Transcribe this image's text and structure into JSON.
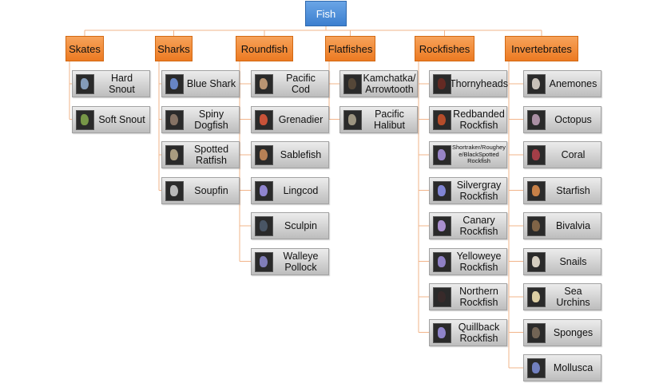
{
  "root": {
    "label": "Fish"
  },
  "categories": [
    {
      "id": "skates",
      "label": "Skates",
      "items": [
        {
          "label": "Hard Snout",
          "thumb_color": "#8ea7c8"
        },
        {
          "label": "Soft Snout",
          "thumb_color": "#7fa34a"
        }
      ]
    },
    {
      "id": "sharks",
      "label": "Sharks",
      "items": [
        {
          "label": "Blue Shark",
          "thumb_color": "#6e8fd6"
        },
        {
          "label": "Spiny Dogfish",
          "thumb_color": "#8f7a6a"
        },
        {
          "label": "Spotted Ratfish",
          "thumb_color": "#b7a98a"
        },
        {
          "label": "Soupfin",
          "thumb_color": "#c8c8c8"
        }
      ]
    },
    {
      "id": "roundfish",
      "label": "Roundfish",
      "items": [
        {
          "label": "Pacific Cod",
          "thumb_color": "#c9a07a"
        },
        {
          "label": "Grenadier",
          "thumb_color": "#d9573a"
        },
        {
          "label": "Sablefish",
          "thumb_color": "#c68a5a"
        },
        {
          "label": "Lingcod",
          "thumb_color": "#9a8ee0"
        },
        {
          "label": "Sculpin",
          "thumb_color": "#4c5a6a"
        },
        {
          "label": "Walleye Pollock",
          "thumb_color": "#8a86c8"
        }
      ]
    },
    {
      "id": "flatfishes",
      "label": "Flatfishes",
      "items": [
        {
          "label": "Kamchatka/ Arrowtooth",
          "thumb_color": "#5a4a3a"
        },
        {
          "label": "Pacific Halibut",
          "thumb_color": "#a8a08a"
        }
      ]
    },
    {
      "id": "rockfishes",
      "label": "Rockfishes",
      "items": [
        {
          "label": "Thornyheads",
          "thumb_color": "#6a2a22"
        },
        {
          "label": "Redbanded Rockfish",
          "thumb_color": "#c4502a"
        },
        {
          "label": "Shortraker/Roughey e/BlackSpotted Rockfish",
          "thumb_color": "#a48ed8",
          "small": true
        },
        {
          "label": "Silvergray Rockfish",
          "thumb_color": "#8a8ee6"
        },
        {
          "label": "Canary Rockfish",
          "thumb_color": "#b89ae0"
        },
        {
          "label": "Yelloweye Rockfish",
          "thumb_color": "#9a8ad6"
        },
        {
          "label": "Northern Rockfish",
          "thumb_color": "#3a2a2a"
        },
        {
          "label": "Quillback Rockfish",
          "thumb_color": "#9a8edc"
        }
      ]
    },
    {
      "id": "invertebrates",
      "label": "Invertebrates",
      "items": [
        {
          "label": "Anemones",
          "thumb_color": "#d8d0c8"
        },
        {
          "label": "Octopus",
          "thumb_color": "#b89ab0"
        },
        {
          "label": "Coral",
          "thumb_color": "#b0404a"
        },
        {
          "label": "Starfish",
          "thumb_color": "#d88a4a"
        },
        {
          "label": "Bivalvia",
          "thumb_color": "#8a6a4a"
        },
        {
          "label": "Snails",
          "thumb_color": "#e8e0d0"
        },
        {
          "label": "Sea Urchins",
          "thumb_color": "#f0e0b0"
        },
        {
          "label": "Sponges",
          "thumb_color": "#7a6a5a"
        },
        {
          "label": "Mollusca",
          "thumb_color": "#7a8ad0"
        }
      ]
    }
  ],
  "colors": {
    "root_fill": "#4a8fdc",
    "category_fill": "#ee7d24",
    "leaf_fill": "#cfcfcf",
    "connector": "#f2b48a"
  }
}
